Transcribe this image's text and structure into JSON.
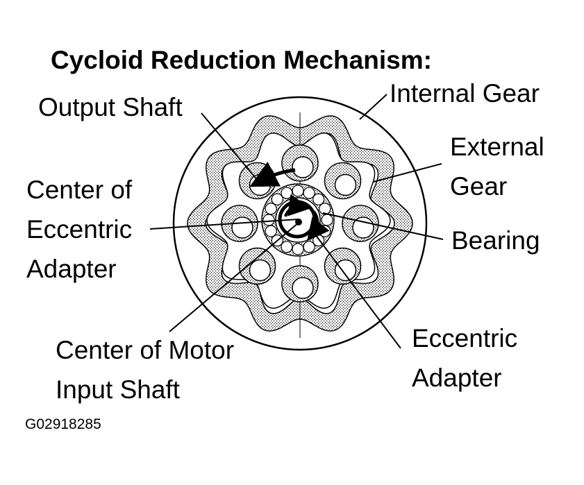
{
  "title": "Cycloid Reduction Mechanism:",
  "labels": {
    "output_shaft": "Output Shaft",
    "internal_gear": "Internal Gear",
    "external_gear": [
      "External",
      "Gear"
    ],
    "center_eccentric_adapter": [
      "Center of",
      "Eccentric",
      "Adapter"
    ],
    "bearing": "Bearing",
    "center_motor_input_shaft": [
      "Center of Motor",
      "Input Shaft"
    ],
    "eccentric_adapter": [
      "Eccentric",
      "Adapter"
    ]
  },
  "figure_code": "G02918285",
  "gear": {
    "internal_lobes": 10,
    "output_pins": 8,
    "bearing_balls": 16
  },
  "colors": {
    "ink": "#000000",
    "stipple": "#c8c8c8",
    "background": "#ffffff"
  }
}
